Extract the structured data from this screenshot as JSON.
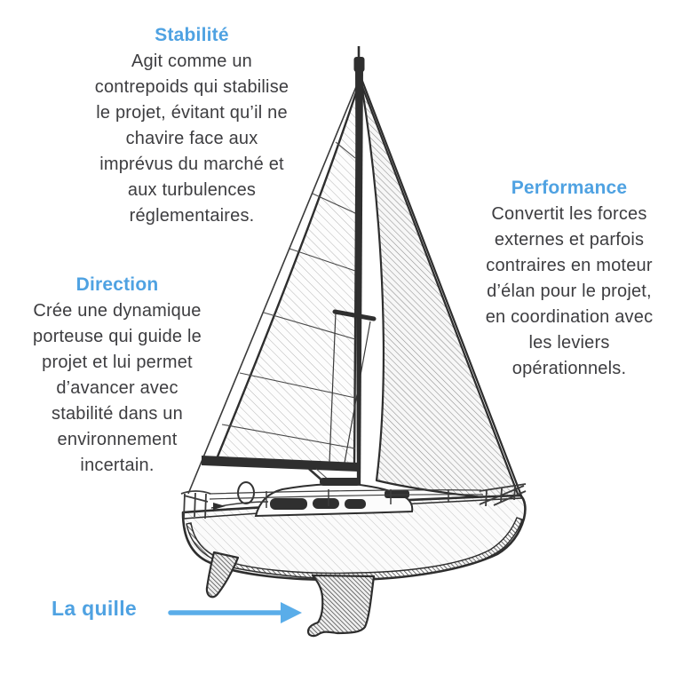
{
  "figure": {
    "type": "annotated-sailboat-diagram",
    "background": "#ffffff",
    "illustration": "hand-drawn pencil sketch of a sailboat (mainsail, jib, mast, boom, hull, cabin, rudder, keel)"
  },
  "colors": {
    "accent_blue": "#4fa2e2",
    "arrow_blue": "#5aade9",
    "body_text": "#3d3d40",
    "sketch_ink": "#2e2e2e"
  },
  "callouts": {
    "stabilite": {
      "title": "Stabilité",
      "body": "Agit comme un\ncontrepoids qui stabilise\nle projet, évitant qu’il ne\nchavire face aux\nimprévus du marché et\naux turbulences\nréglementaires."
    },
    "direction": {
      "title": "Direction",
      "body": "Crée une dynamique\nporteuse qui guide le\nprojet et lui permet\nd’avancer avec\nstabilité dans un\nenvironnement\nincertain."
    },
    "performance": {
      "title": "Performance",
      "body": "Convertit les forces\nexternes et parfois\ncontraires en moteur\nd’élan pour le projet,\nen coordination avec\nles leviers\nopérationnels."
    },
    "quille": {
      "label": "La quille"
    }
  }
}
